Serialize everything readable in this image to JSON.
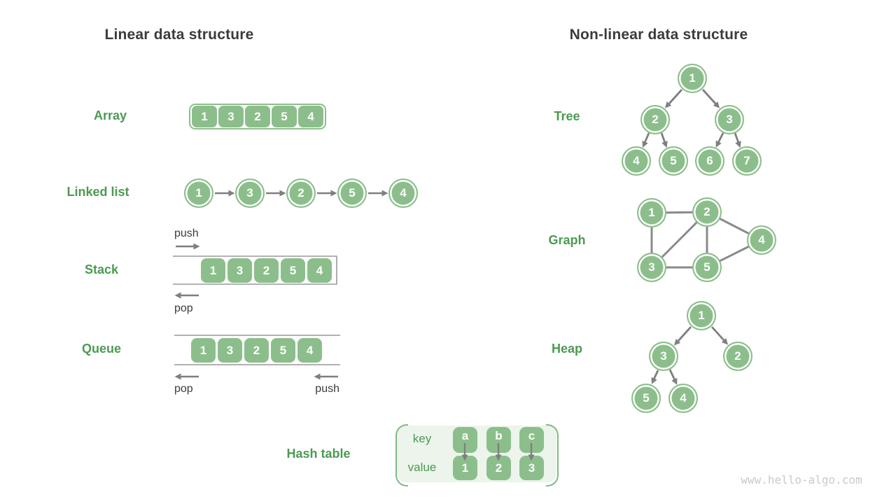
{
  "titles": {
    "left": "Linear data structure",
    "right": "Non-linear data structure"
  },
  "sections": {
    "array": {
      "label": "Array",
      "values": [
        "1",
        "3",
        "2",
        "5",
        "4"
      ]
    },
    "linked_list": {
      "label": "Linked list",
      "values": [
        "1",
        "3",
        "2",
        "5",
        "4"
      ]
    },
    "stack": {
      "label": "Stack",
      "values": [
        "1",
        "3",
        "2",
        "5",
        "4"
      ],
      "push": "push",
      "pop": "pop"
    },
    "queue": {
      "label": "Queue",
      "values": [
        "1",
        "3",
        "2",
        "5",
        "4"
      ],
      "push": "push",
      "pop": "pop"
    },
    "hash_table": {
      "label": "Hash table",
      "key_header": "key",
      "value_header": "value",
      "keys": [
        "a",
        "b",
        "c"
      ],
      "values": [
        "1",
        "2",
        "3"
      ]
    },
    "tree": {
      "label": "Tree",
      "nodes": [
        "1",
        "2",
        "3",
        "4",
        "5",
        "6",
        "7"
      ]
    },
    "graph": {
      "label": "Graph",
      "nodes": [
        "1",
        "2",
        "3",
        "4",
        "5"
      ]
    },
    "heap": {
      "label": "Heap",
      "nodes": [
        "1",
        "3",
        "2",
        "5",
        "4"
      ]
    }
  },
  "watermark": "www.hello-algo.com",
  "colors": {
    "green_fill": "#8CBE8C",
    "green_label": "#4C9A52",
    "title_text": "#3B3B3B",
    "arrow_gray": "#7F7F7F",
    "container_line": "#999999",
    "hash_bg": "#ECF4EC",
    "hash_bracket": "#85B885",
    "watermark_gray": "#C9C9C9"
  }
}
